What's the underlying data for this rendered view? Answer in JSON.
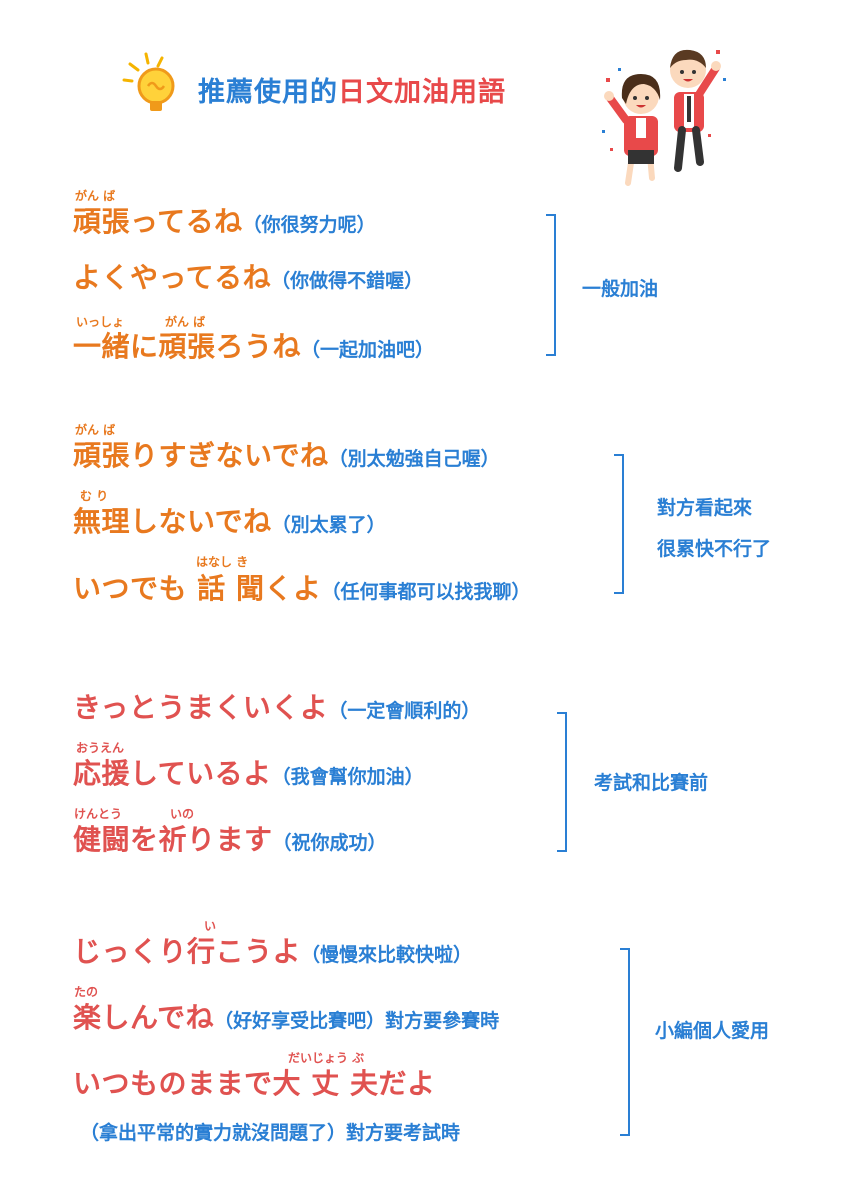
{
  "header": {
    "title_part1": "推薦使用的",
    "title_part2": "日文加油用語"
  },
  "groups": [
    {
      "note": [
        "一般加油"
      ],
      "phrases": [
        {
          "text": "頑張ってるね",
          "meaning": "（你很努力呢）",
          "ruby": "がん ば"
        },
        {
          "text": "よくやってるね",
          "meaning": "（你做得不錯喔）"
        },
        {
          "text": "一緒に頑張ろうね",
          "meaning": "（一起加油吧）",
          "ruby1": "いっしょ",
          "ruby2": "がん ば"
        }
      ]
    },
    {
      "note": [
        "對方看起來",
        "很累快不行了"
      ],
      "phrases": [
        {
          "text": "頑張りすぎないでね",
          "meaning": "（別太勉強自己喔）",
          "ruby": "がん ば"
        },
        {
          "text": "無理しないでね",
          "meaning": "（別太累了）",
          "ruby": "む り"
        },
        {
          "text_a": "いつでも ",
          "text_b": "話 聞くよ",
          "meaning": "（任何事都可以找我聊）",
          "ruby": "はなし き"
        }
      ]
    },
    {
      "note": [
        "考試和比賽前"
      ],
      "phrases": [
        {
          "text": "きっとうまくいくよ",
          "meaning": "（一定會順利的）"
        },
        {
          "text": "応援しているよ",
          "meaning": "（我會幫你加油）",
          "ruby": "おうえん"
        },
        {
          "text": "健闘を祈ります",
          "meaning": "（祝你成功）",
          "ruby1": "けんとう",
          "ruby2": "いの"
        }
      ]
    },
    {
      "note": [
        "小編個人愛用"
      ],
      "phrases": [
        {
          "text": "じっくり行こうよ",
          "meaning": "（慢慢來比較快啦）",
          "ruby": "い"
        },
        {
          "text": "楽しんでね",
          "meaning": "（好好享受比賽吧）對方要參賽時",
          "ruby": "たの"
        },
        {
          "text": "いつものままで大 丈 夫だよ",
          "ruby": "だいじょう ぶ"
        },
        {
          "meaning": "（拿出平常的實力就沒問題了）對方要考試時"
        }
      ]
    }
  ]
}
